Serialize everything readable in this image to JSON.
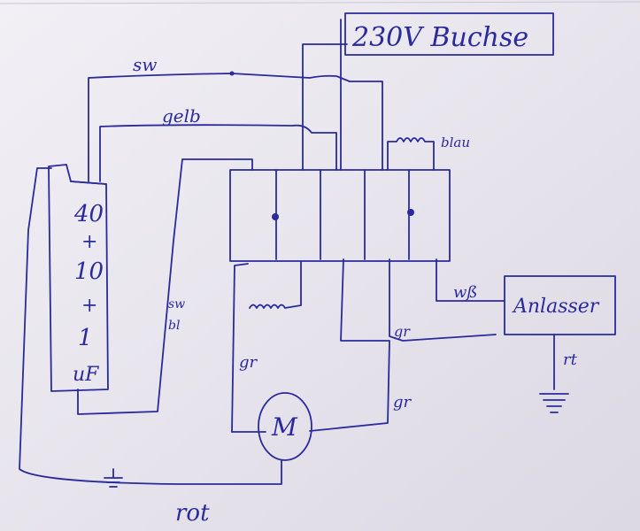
{
  "diagram": {
    "socket_label": "230V Buchse",
    "wire_labels": {
      "sw": "sw",
      "gelb": "gelb",
      "blau": "blau",
      "sw_bl_1": "sw",
      "sw_bl_2": "bl",
      "ws": "wß",
      "gr_1": "gr",
      "gr_2": "gr",
      "gr_3": "gr",
      "rt": "rt",
      "rot": "rot"
    },
    "capacitor_lines": [
      "40",
      "+",
      "10",
      "+",
      "1",
      "uF"
    ],
    "starter_label": "Anlasser",
    "motor_label": "M",
    "colors": {
      "ink": "#2a2a9c",
      "paper": "#e9e6f0"
    }
  }
}
